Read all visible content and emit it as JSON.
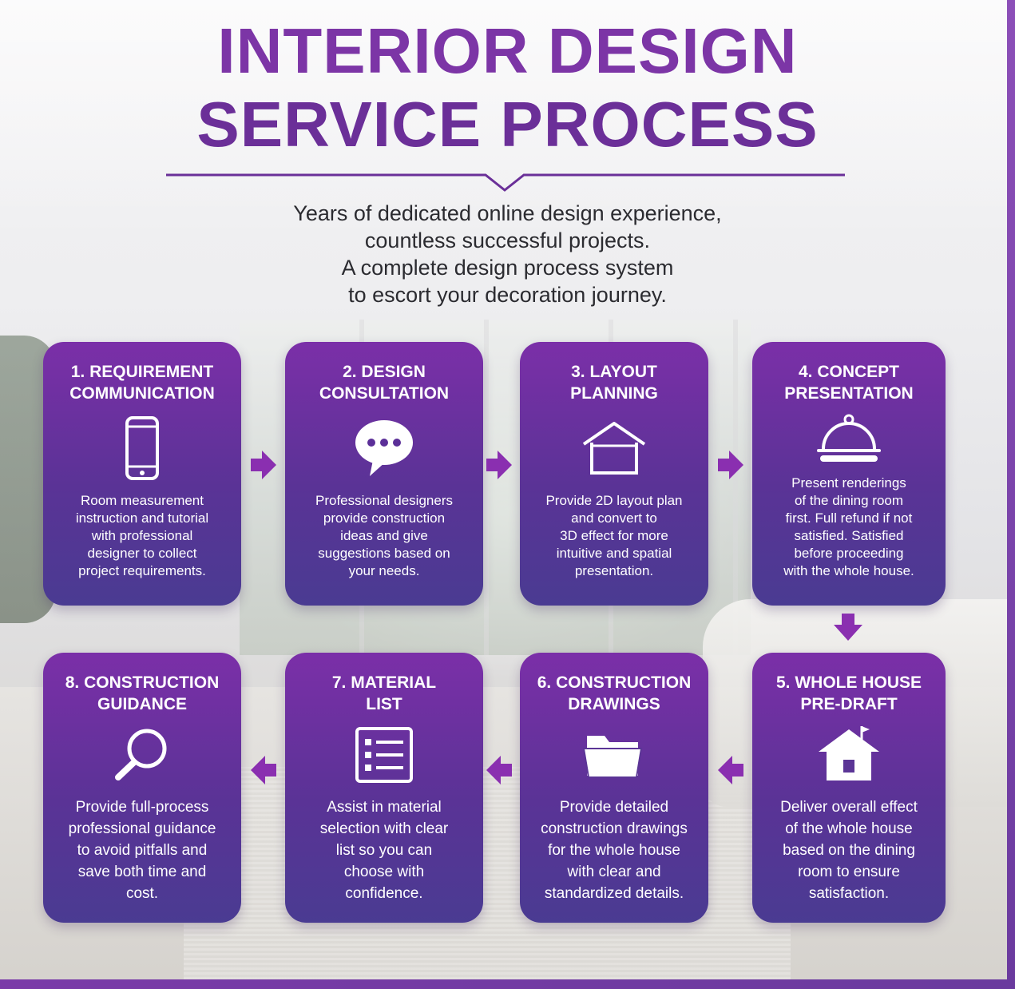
{
  "header": {
    "title_line1": "INTERIOR DESIGN",
    "title_line2": "SERVICE PROCESS",
    "subtitle_lines": [
      "Years of dedicated online design experience,",
      "countless successful projects.",
      "A complete design process system",
      "to escort your decoration journey."
    ]
  },
  "steps": [
    {
      "title": "1. REQUIREMENT\nCOMMUNICATION",
      "icon": "smartphone-icon",
      "desc": "Room measurement\ninstruction and tutorial\nwith professional\ndesigner to collect\nproject requirements."
    },
    {
      "title": "2. DESIGN\nCONSULTATION",
      "icon": "speech-bubble-icon",
      "desc": "Professional designers\nprovide construction\nideas and give\nsuggestions based on\nyour needs."
    },
    {
      "title": "3. LAYOUT\nPLANNING",
      "icon": "house-outline-icon",
      "desc": "Provide 2D layout plan\nand convert to\n3D effect for more\nintuitive and spatial\npresentation."
    },
    {
      "title": "4. CONCEPT\nPRESENTATION",
      "icon": "serving-cloche-icon",
      "desc": "Present renderings\nof the dining room\nfirst.  Full refund if not\nsatisfied. Satisfied\nbefore proceeding\nwith the whole house."
    },
    {
      "title": "5. WHOLE HOUSE\nPRE-DRAFT",
      "icon": "house-flag-icon",
      "desc": "Deliver overall effect\nof the whole house\nbased on the dining\nroom to ensure\nsatisfaction."
    },
    {
      "title": "6. CONSTRUCTION\nDRAWINGS",
      "icon": "folder-icon",
      "desc": "Provide detailed\nconstruction drawings\nfor the whole house\nwith clear and\nstandardized details."
    },
    {
      "title": "7. MATERIAL\nLIST",
      "icon": "checklist-icon",
      "desc": "Assist in material\nselection with clear\nlist so you can\nchoose with\nconfidence."
    },
    {
      "title": "8. CONSTRUCTION\nGUIDANCE",
      "icon": "magnifier-icon",
      "desc": "Provide full-process\nprofessional guidance\nto avoid pitfalls and\nsave both time and\ncost."
    }
  ],
  "colors": {
    "accent": "#7c35a6",
    "card_top": "#7b2fa8",
    "card_bottom": "#4a3b92",
    "arrow": "#8a2fb0"
  }
}
